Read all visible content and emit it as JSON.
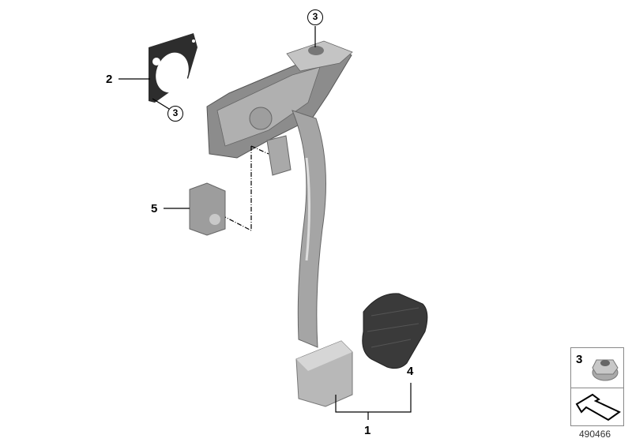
{
  "diagram": {
    "callouts": [
      {
        "id": "1",
        "label": "1"
      },
      {
        "id": "2",
        "label": "2"
      },
      {
        "id": "3a",
        "label": "3"
      },
      {
        "id": "3b",
        "label": "3"
      },
      {
        "id": "4",
        "label": "4"
      },
      {
        "id": "5",
        "label": "5"
      }
    ],
    "legend": {
      "item_number": "3",
      "item_icon": "flange-nut-icon",
      "symbol_icon": "arrow-symbol-icon"
    },
    "document_number": "490466",
    "colors": {
      "part_gray": "#9a9a9a",
      "rubber": "#3a3a3a"
    }
  }
}
